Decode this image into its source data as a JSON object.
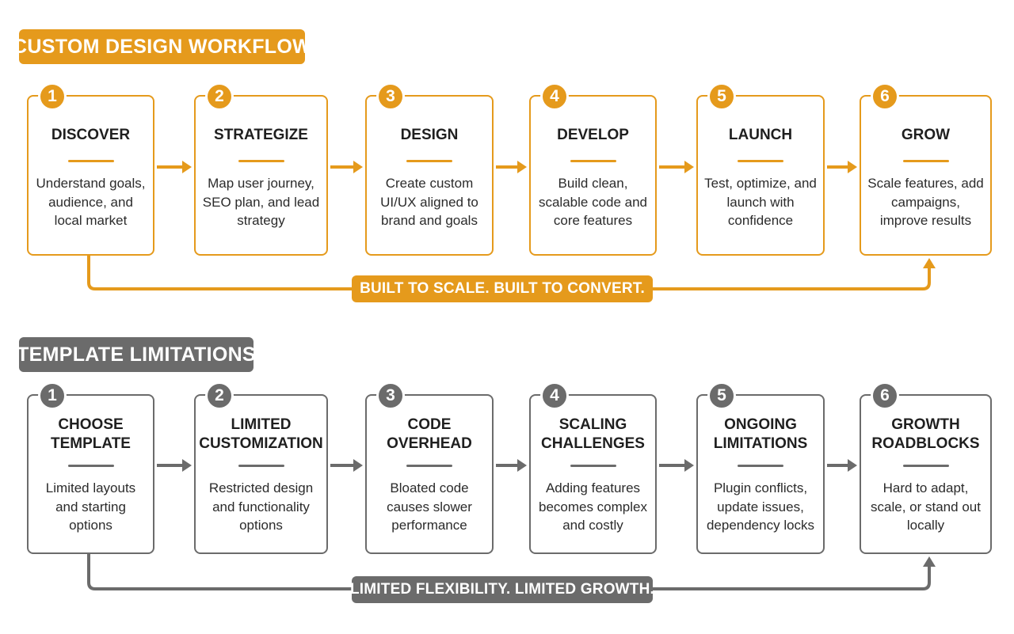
{
  "custom_workflow": {
    "title": "CUSTOM DESIGN WORKFLOW",
    "tagline": "BUILT TO SCALE. BUILT TO CONVERT.",
    "accent_color": "#E59A1C",
    "steps": [
      {
        "number": "1",
        "title": "DISCOVER",
        "description": "Understand goals, audience, and local market"
      },
      {
        "number": "2",
        "title": "STRATEGIZE",
        "description": "Map user journey, SEO plan, and lead strategy"
      },
      {
        "number": "3",
        "title": "DESIGN",
        "description": "Create custom UI/UX aligned to brand and goals"
      },
      {
        "number": "4",
        "title": "DEVELOP",
        "description": "Build clean, scalable code and core features"
      },
      {
        "number": "5",
        "title": "LAUNCH",
        "description": "Test, optimize, and launch with confidence"
      },
      {
        "number": "6",
        "title": "GROW",
        "description": "Scale features, add campaigns, improve results"
      }
    ]
  },
  "template_limitations": {
    "title": "TEMPLATE LIMITATIONS",
    "tagline": "LIMITED FLEXIBILITY. LIMITED GROWTH.",
    "accent_color": "#6B6B6B",
    "steps": [
      {
        "number": "1",
        "title": "CHOOSE TEMPLATE",
        "description": "Limited layouts and starting options"
      },
      {
        "number": "2",
        "title": "LIMITED CUSTOMIZATION",
        "description": "Restricted design and functionality options"
      },
      {
        "number": "3",
        "title": "CODE OVERHEAD",
        "description": "Bloated code causes slower performance"
      },
      {
        "number": "4",
        "title": "SCALING CHALLENGES",
        "description": "Adding features becomes complex and costly"
      },
      {
        "number": "5",
        "title": "ONGOING LIMITATIONS",
        "description": "Plugin conflicts, update issues, dependency locks"
      },
      {
        "number": "6",
        "title": "GROWTH ROADBLOCKS",
        "description": "Hard to adapt, scale, or stand out locally"
      }
    ]
  }
}
